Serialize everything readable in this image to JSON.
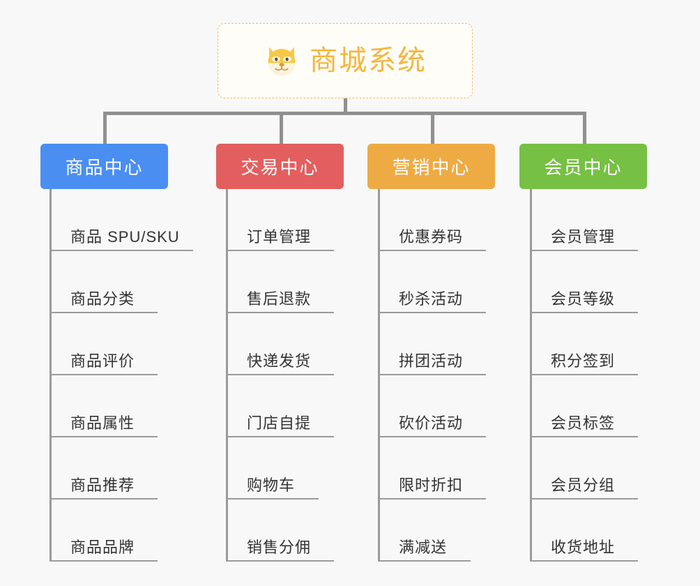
{
  "diagram": {
    "title": "商城系统",
    "root_icon": "shiba-dog-icon",
    "background_color": "#f8f8f8",
    "connector_color": "#909090",
    "root_border_color": "#f0c060",
    "root_text_color": "#f5b63f",
    "leaf_text_color": "#333333",
    "leaf_rule_color": "#9a9a9a"
  },
  "branches": [
    {
      "label": "商品中心",
      "color": "#4a8ef2",
      "items": [
        {
          "label": "商品 SPU/SKU"
        },
        {
          "label": "商品分类"
        },
        {
          "label": "商品评价"
        },
        {
          "label": "商品属性"
        },
        {
          "label": "商品推荐"
        },
        {
          "label": "商品品牌"
        }
      ]
    },
    {
      "label": "交易中心",
      "color": "#e35f5f",
      "items": [
        {
          "label": "订单管理"
        },
        {
          "label": "售后退款"
        },
        {
          "label": "快递发货"
        },
        {
          "label": "门店自提"
        },
        {
          "label": "购物车"
        },
        {
          "label": "销售分佣"
        }
      ]
    },
    {
      "label": "营销中心",
      "color": "#eeab44",
      "items": [
        {
          "label": "优惠券码"
        },
        {
          "label": "秒杀活动"
        },
        {
          "label": "拼团活动"
        },
        {
          "label": "砍价活动"
        },
        {
          "label": "限时折扣"
        },
        {
          "label": "满减送"
        }
      ]
    },
    {
      "label": "会员中心",
      "color": "#76c043",
      "items": [
        {
          "label": "会员管理"
        },
        {
          "label": "会员等级"
        },
        {
          "label": "积分签到"
        },
        {
          "label": "会员标签"
        },
        {
          "label": "会员分组"
        },
        {
          "label": "收货地址"
        }
      ]
    }
  ]
}
